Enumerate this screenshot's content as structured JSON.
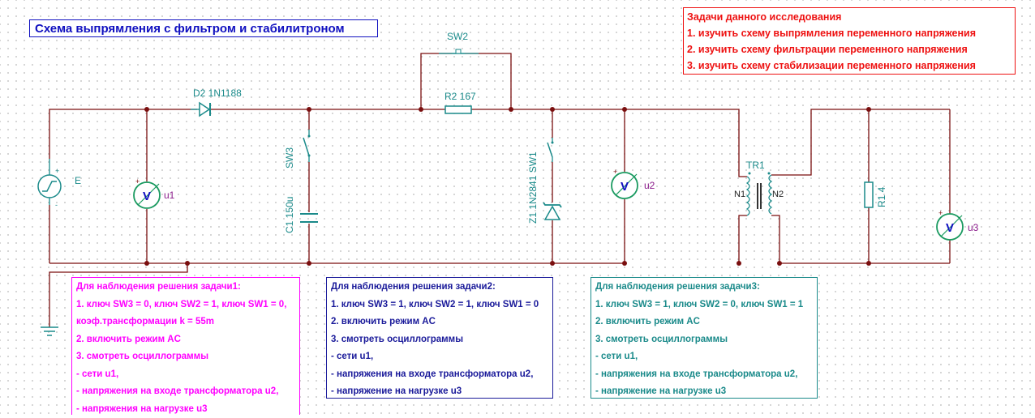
{
  "title": "Схема выпрямления с фильтром и стабилитроном",
  "tasks": {
    "heading": "Задачи данного исследования",
    "items": [
      "1. изучить схему выпрямления переменного напряжения",
      "2. изучить схему фильтрации переменного напряжения",
      "3. изучить схему стабилизации переменного напряжения"
    ]
  },
  "components": {
    "source": "E",
    "diode": "D2 1N1188",
    "switch_sw2": "SW2",
    "resistor_r2": "R2 167",
    "switch_sw3": "SW3",
    "capacitor": "C1 150u",
    "zener_sw1": "Z1 1N2841 SW1",
    "transformer": "TR1",
    "n1": "N1",
    "n2": "N2",
    "resistor_r1": "R1 4",
    "voltmeter_u1": "u1",
    "voltmeter_u2": "u2",
    "voltmeter_u3": "u3",
    "voltmeter_symbol": "V"
  },
  "notes": [
    {
      "heading": "Для наблюдения решения задачи1:",
      "lines": [
        "1. ключ SW3 = 0, ключ SW2 = 1, ключ SW1 = 0,",
        "коэф.трансформации k = 55m",
        "2. включить режим AC",
        "3. смотреть осциллограммы",
        "- сети u1,",
        "- напряжения на входе трансформатора u2,",
        "- напряжения на нагрузке u3"
      ]
    },
    {
      "heading": "Для наблюдения решения задачи2:",
      "lines": [
        "1. ключ SW3 = 1, ключ SW2 = 1, ключ SW1 = 0",
        "2. включить режим AC",
        "3. смотреть осциллограммы",
        "- сети u1,",
        "- напряжения на входе трансформатора u2,",
        "- напряжение на нагрузке u3"
      ]
    },
    {
      "heading": "Для наблюдения решения задачи3:",
      "lines": [
        "1. ключ SW3 = 1, ключ SW2 = 0, ключ SW1 = 1",
        "2. включить режим AC",
        "3. смотреть осциллограммы",
        "- сети u1,",
        "- напряжения на входе трансформатора u2,",
        "- напряжение на нагрузке u3"
      ]
    }
  ],
  "colors": {
    "wire": "#7a0f0f",
    "component": "#1a8a8a",
    "meter": "#1a9a60",
    "accent_red": "#ee1111",
    "accent_blue": "#1010c0",
    "accent_magenta": "#ff00ff"
  }
}
